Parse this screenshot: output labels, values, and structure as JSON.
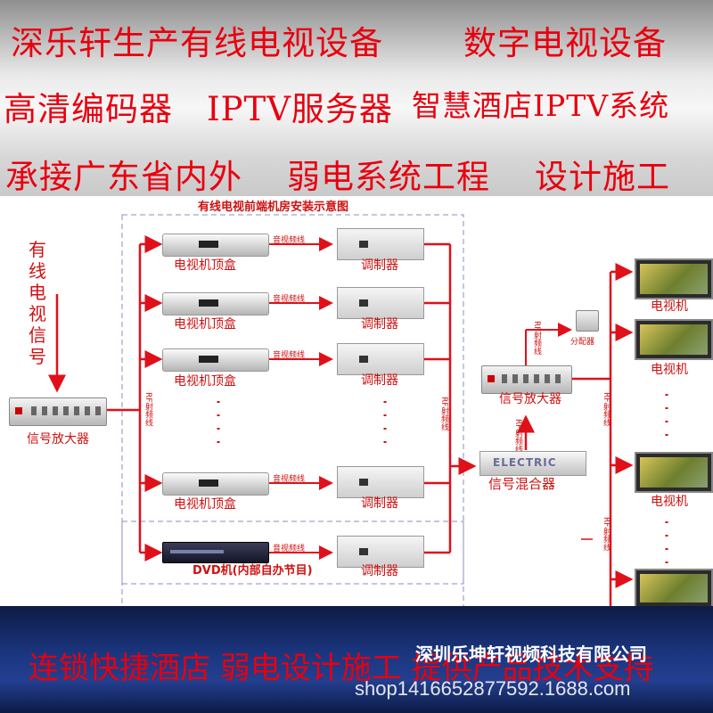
{
  "banner": {
    "line1a": "深乐轩生产有线电视设备",
    "line1b": "数字电视设备",
    "line2a": "高清编码器",
    "line2b": "IPTV服务器",
    "line2c": "智慧酒店IPTV系统",
    "line3a": "承接广东省内外",
    "line3b": "弱电系统工程",
    "line3c": "设计施工"
  },
  "diagram": {
    "title": "有线电视前端机房安装示意图",
    "source_signal": "有线电视信号",
    "amp_left": "信号放大器",
    "stb": [
      "电视机顶盒",
      "电视机顶盒",
      "电视机顶盒",
      "电视机顶盒"
    ],
    "dvd": "DVD机(内部自办节目)",
    "av_line": "音视频线",
    "modulator": "调制器",
    "rf_line": "RF射频线",
    "mixer": "信号混合器",
    "mixer_brand": "ELECTRIC",
    "amp_right": "信号放大器",
    "splitter": "分配器",
    "tv": "电视机"
  },
  "footer": {
    "line1": "连锁快捷酒店 弱电设计施工 提供产品技术支持",
    "company": "深圳乐坤轩视频科技有限公司",
    "shop": "shop1416652877592.1688.com"
  },
  "colors": {
    "red": "#e8000f",
    "line_red": "#e0101a",
    "dash": "#8a8fbf"
  }
}
